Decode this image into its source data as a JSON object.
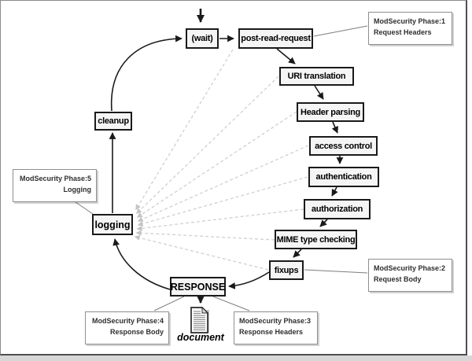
{
  "nodes": {
    "wait": "(wait)",
    "post_read_request": "post-read-request",
    "uri_translation": "URI translation",
    "header_parsing": "Header parsing",
    "access_control": "access control",
    "authentication": "authentication",
    "authorization": "authorization",
    "mime_type_checking": "MIME type checking",
    "fixups": "fixups",
    "response": "RESPONSE",
    "logging": "logging",
    "cleanup": "cleanup"
  },
  "annotations": {
    "phase1": {
      "line1": "ModSecurity Phase:1",
      "line2": "Request Headers"
    },
    "phase2": {
      "line1": "ModSecurity Phase:2",
      "line2": "Request Body"
    },
    "phase3": {
      "line1": "ModSecurity Phase:3",
      "line2": "Response Headers"
    },
    "phase4": {
      "line1": "ModSecurity Phase:4",
      "line2": "Response Body"
    },
    "phase5": {
      "line1": "ModSecurity Phase:5",
      "line2": "Logging"
    }
  },
  "document_label": "document",
  "colors": {
    "ink": "#1a1a1a",
    "node-fill": "#f5f5f5",
    "anno-border": "#8f8f8f",
    "anno-text": "#2f2f2f",
    "dashed-line": "#d0d0d0",
    "thin-line": "#7d7d7d",
    "frame-border": "#8a8a8a",
    "bottom-strip": "#d7d7d7"
  }
}
